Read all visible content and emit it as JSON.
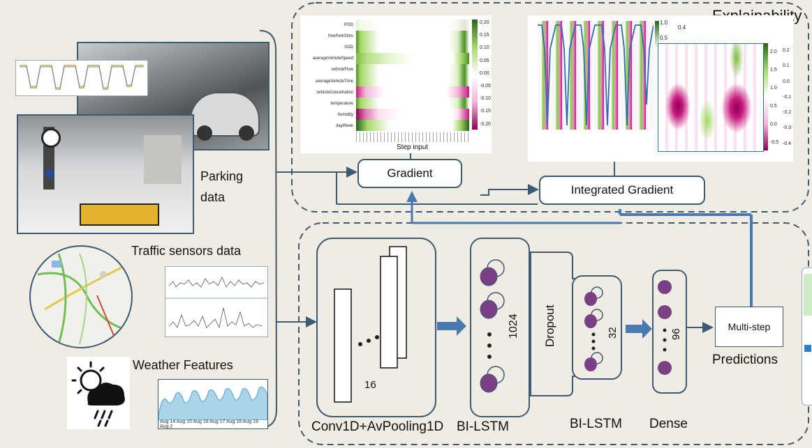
{
  "explainability": {
    "title": "Explainability",
    "gradient_label": "Gradient",
    "integrated_gradient_label": "Integrated Gradient",
    "heatmap1": {
      "features": [
        "POD",
        "freeParkSlots",
        "SOD",
        "averageVehicleSpeed",
        "vehicleFlow",
        "averageVehicleTime",
        "vehicleConcetration",
        "temperature",
        "humidity",
        "dayWeek"
      ],
      "xlabel": "Step input",
      "colorbar_ticks": [
        "0.20",
        "0.15",
        "0.10",
        "0.05",
        "0.00",
        "-0.05",
        "-0.10",
        "-0.15",
        "-0.20"
      ]
    },
    "heatmap2": {
      "colorbar_ticks": [
        "1.0",
        "0.5"
      ],
      "colorbar_ticks_b": [
        "0.4"
      ],
      "right_ticks_a": [
        "2.0",
        "1.5",
        "1.0",
        "0.5",
        "0.0",
        "-0.5"
      ],
      "right_ticks_b": [
        "0.2",
        "0.1",
        "0.0",
        "-0.1",
        "-0.2",
        "-0.3",
        "-0.4"
      ]
    }
  },
  "inputs": {
    "parking": "Parking\ndata",
    "traffic": "Traffic sensors data",
    "weather": "Weather Features",
    "weather_dates": "Aug 14 Aug 15 Aug 16 Aug 17 Aug 18 Aug 19 Aug 2"
  },
  "model": {
    "conv": {
      "label": "Conv1D+AvPooling1D",
      "size": "16"
    },
    "bilstm1": {
      "label": "BI-LSTM",
      "size": "1024"
    },
    "dropout": "Dropout",
    "bilstm2": {
      "label": "BI-LSTM",
      "size": "32"
    },
    "dense": {
      "label": "Dense",
      "size": "96"
    },
    "output_box": "Multi-step",
    "predictions": "Predictions"
  },
  "colors": {
    "frame": "#3d5a73",
    "arrow": "#4a78b0",
    "node": "#7b3f86",
    "background": "#efece3",
    "heat_green": "#4d9221",
    "heat_pink": "#c51b7d"
  }
}
